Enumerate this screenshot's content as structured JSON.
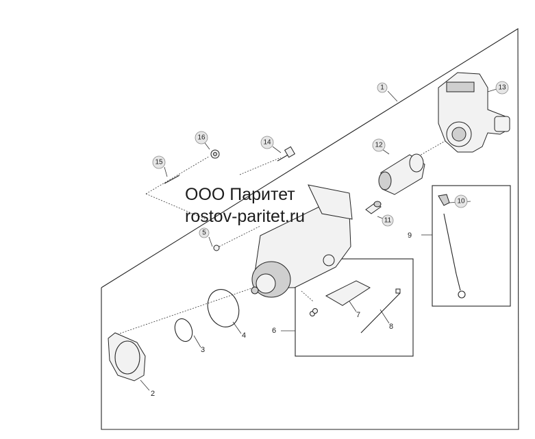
{
  "watermark": {
    "line1": "ООО Паритет",
    "line2": "rostov-paritet.ru"
  },
  "callouts": {
    "c1": "1",
    "c2": "2",
    "c3": "3",
    "c4": "4",
    "c5": "5",
    "c6": "6",
    "c7": "7",
    "c8": "8",
    "c9": "9",
    "c10": "10",
    "c11": "11",
    "c12": "12",
    "c13": "13",
    "c14": "14",
    "c15": "15",
    "c16": "16"
  }
}
